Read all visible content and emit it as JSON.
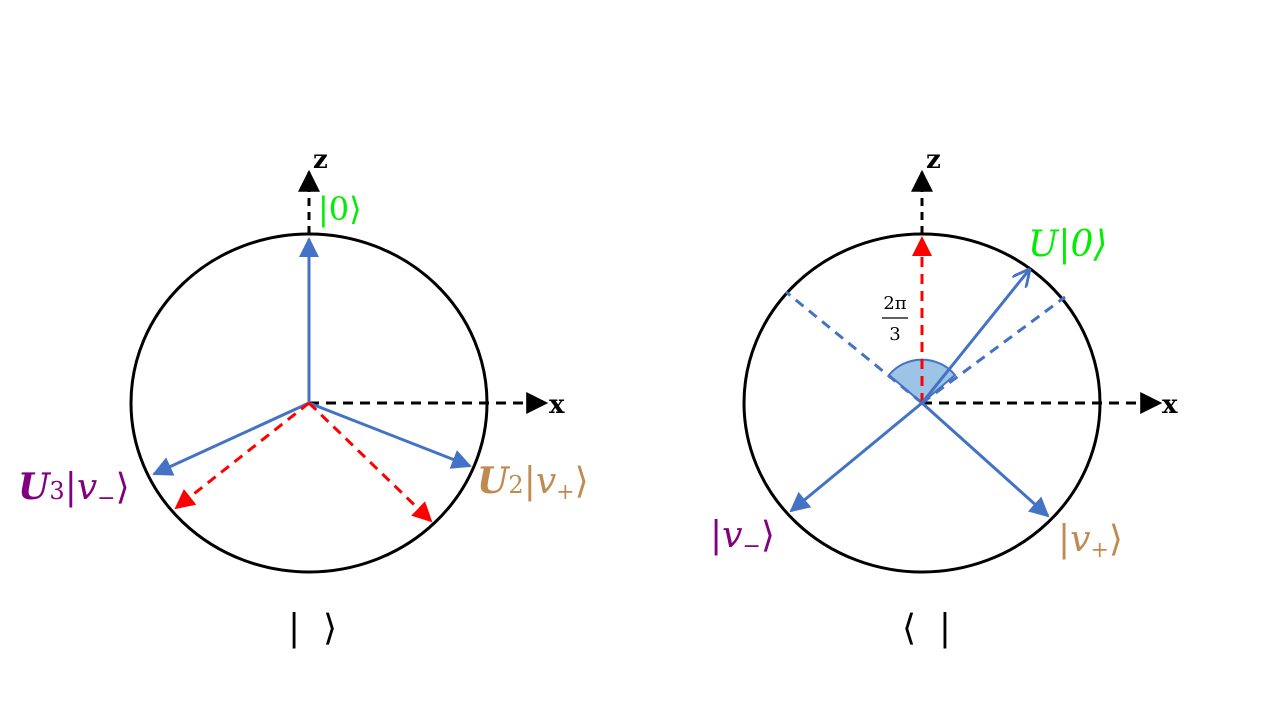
{
  "colors": {
    "vector": "#4472C4",
    "reflection": "#FF0000",
    "axis": "#000000",
    "state_zero": "#00EE00",
    "state_minus": "#800080",
    "state_plus": "#C08A50",
    "angle_fill": "#9DC3E6"
  },
  "left_panel": {
    "z_axis_label": "z",
    "x_axis_label": "x",
    "label_zero": "|0⟩",
    "label_u3_op": "U",
    "label_u3_sub": "3",
    "label_u3_ket_open": "|v",
    "label_u3_ket_sub": "−",
    "label_u3_ket_close": "⟩",
    "label_u2_op": "U",
    "label_u2_sub": "2",
    "label_u2_ket_open": "|v",
    "label_u2_ket_sub": "+",
    "label_u2_ket_close": "⟩",
    "caption": "|  ⟩"
  },
  "right_panel": {
    "z_axis_label": "z",
    "x_axis_label": "x",
    "label_u0": "U|0⟩",
    "angle_num": "2π",
    "angle_den": "3",
    "label_v_minus_open": "|v",
    "label_v_minus_sub": "−",
    "label_v_minus_close": "⟩",
    "label_v_plus_open": "|v",
    "label_v_plus_sub": "+",
    "label_v_plus_close": "⟩",
    "caption": "⟨  |"
  }
}
